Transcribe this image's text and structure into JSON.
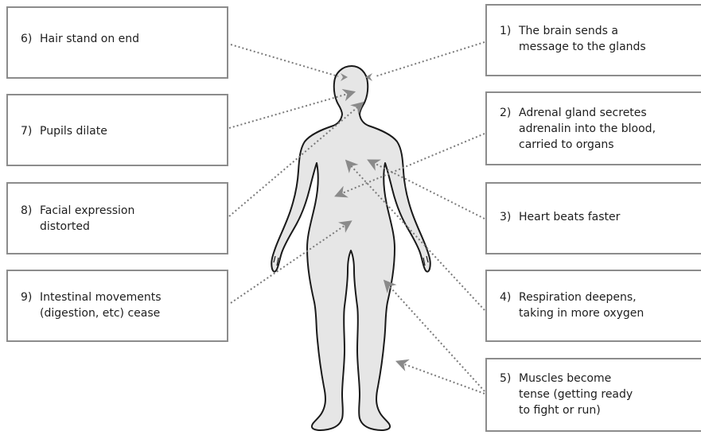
{
  "labels": {
    "l1": {
      "num": "1)",
      "text": "The brain sends a\nmessage to the glands"
    },
    "l2": {
      "num": "2)",
      "text": "Adrenal gland secretes\nadrenalin into the blood,\ncarried to organs"
    },
    "l3": {
      "num": "3)",
      "text": "Heart beats faster"
    },
    "l4": {
      "num": "4)",
      "text": "Respiration deepens,\ntaking in more oxygen"
    },
    "l5": {
      "num": "5)",
      "text": "Muscles become\ntense (getting ready\nto fight or run)"
    },
    "l6": {
      "num": "6)",
      "text": "Hair stand on end"
    },
    "l7": {
      "num": "7)",
      "text": "Pupils dilate"
    },
    "l8": {
      "num": "8)",
      "text": "Facial expression\ndistorted"
    },
    "l9": {
      "num": "9)",
      "text": "Intestinal movements\n(digestion, etc) cease"
    }
  },
  "colors": {
    "body_fill": "#e6e6e6",
    "body_outline": "#1a1a1a",
    "box_border": "#8c8c8c",
    "connector": "#7a7a7a",
    "arrow": "#8a8a8a"
  },
  "icons": [
    "human-body-silhouette",
    "arrow-head-icon"
  ]
}
